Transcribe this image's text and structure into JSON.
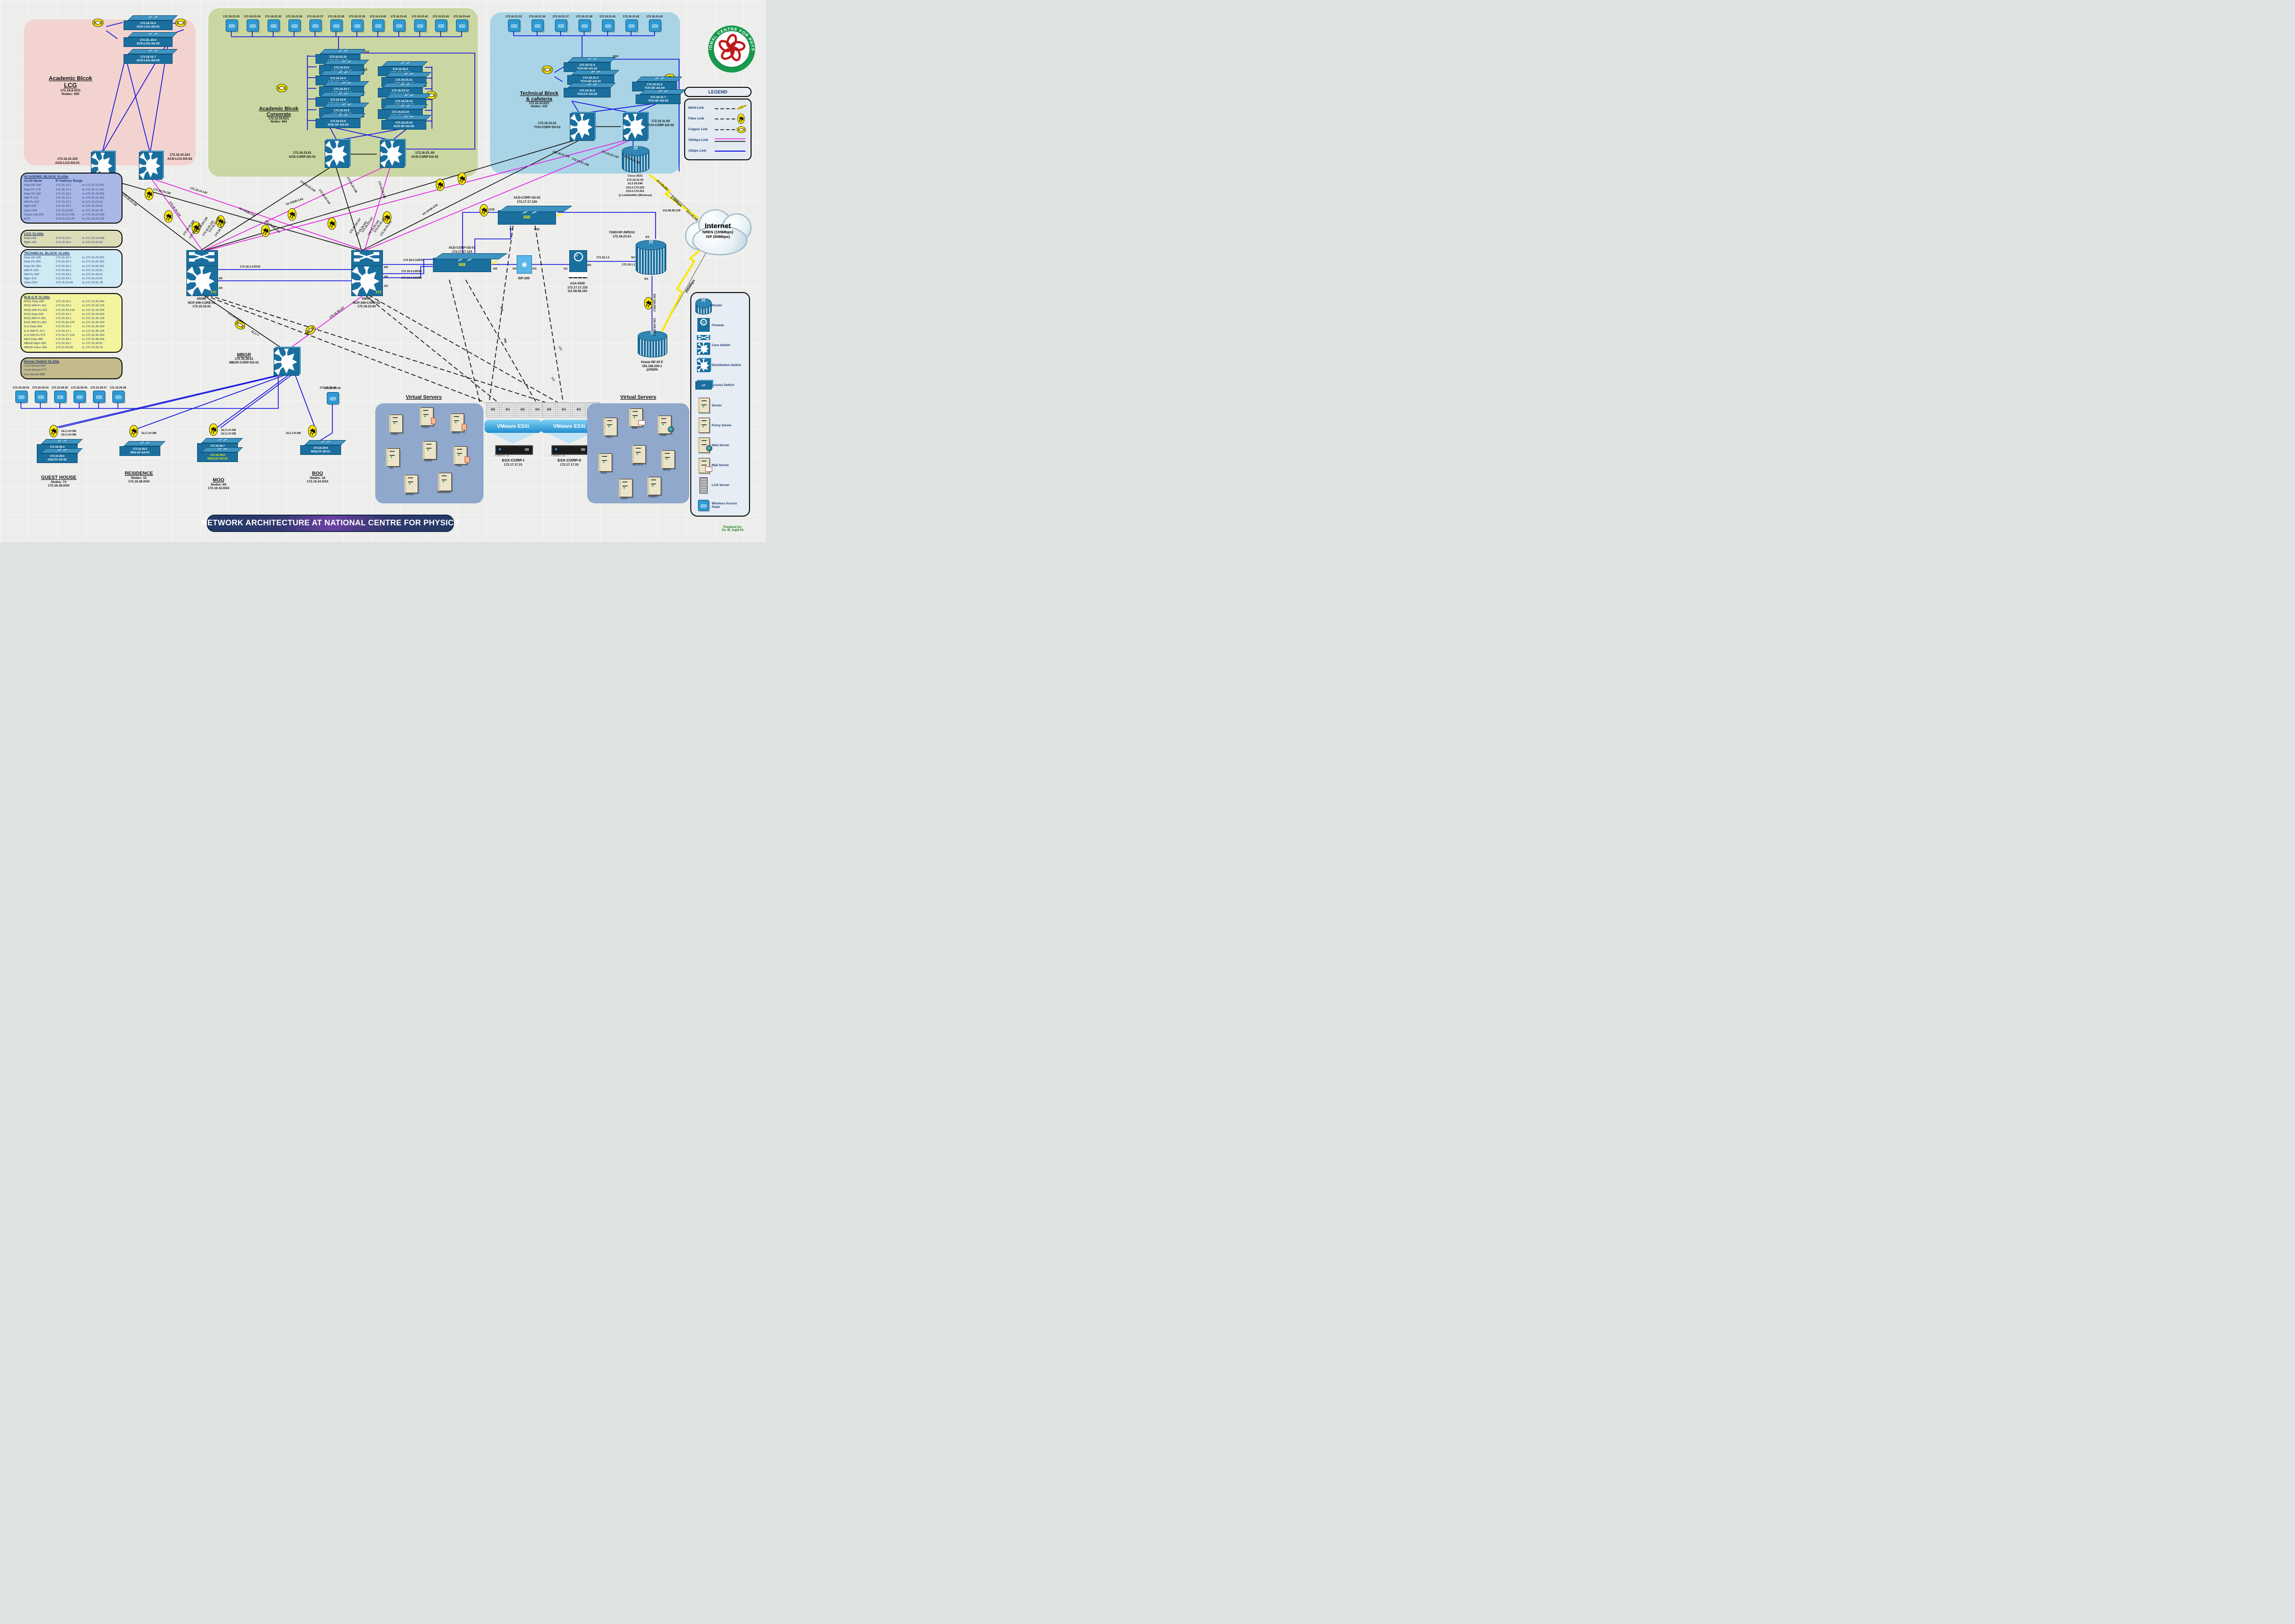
{
  "title_banner": "NETWORK  ARCHITECTURE AT NATIONAL CENTRE FOR PHYSICS",
  "prepared_by": {
    "line1": "Prepared by:",
    "line2": "Ch. M. Sajid Ali"
  },
  "logo": {
    "ring_top": "NATIONAL CENTRE FOR PHYSICS",
    "ring_bottom": "★ ★ ISLAMABAD ★ ★"
  },
  "legend": {
    "title": "LEGEND",
    "items": [
      {
        "label": "WAN-Link",
        "type": "wan"
      },
      {
        "label": "Fiber Link",
        "type": "fiber"
      },
      {
        "label": "Copper Link",
        "type": "copper"
      },
      {
        "label": "10Gbps Link",
        "type": "tengig"
      },
      {
        "label": "1Gbps Link",
        "type": "onegig"
      }
    ]
  },
  "icon_legend": [
    {
      "label": "Router",
      "type": "router"
    },
    {
      "label": "Firewall",
      "type": "firewall"
    },
    {
      "label": "Core Switch",
      "type": "core"
    },
    {
      "label": "Distribution Switch",
      "type": "dist"
    },
    {
      "label": "Access Switch",
      "type": "access"
    },
    {
      "label": "Server",
      "type": "server"
    },
    {
      "label": "Proxy Server",
      "type": "proxy"
    },
    {
      "label": "Web Server",
      "type": "web"
    },
    {
      "label": "Mail Server",
      "type": "mail"
    },
    {
      "label": "LCG Server",
      "type": "lcg"
    },
    {
      "label": "Wireless Access Point",
      "type": "wap"
    }
  ],
  "vlan_tables": {
    "academic": {
      "title": "ACADEMIC BLOCK VLANs",
      "header": [
        "VLAN Name",
        "IP Address Range"
      ],
      "rows": [
        [
          "Data GF-160",
          "172.16.16.1",
          "to 172.16.16.251"
        ],
        [
          "Data FF-170",
          "172.16.17.1",
          "to 172.16.17.251"
        ],
        [
          "Data SF-180",
          "172.16.18.1",
          "to 172.16.18.251"
        ],
        [
          "Wifi Pr-211",
          "172.16.21.1",
          "to 172.16.21.251"
        ],
        [
          "Wifi Pu-222",
          "172.16.22.1",
          "to 172.16.22.61"
        ],
        [
          "Mgm-233",
          "172.16.23.1",
          "to 172.16.23.61"
        ],
        [
          "Voice-234",
          "172.16.23.65",
          "to 172.16.23.78"
        ],
        [
          "Comp Lab-225",
          "172.16.22.193",
          "to 172.16.22.254"
        ],
        [
          "ACS",
          "172.16.23.176",
          "to 172.16.23.192"
        ]
      ]
    },
    "lcg": {
      "title": "LCG VLANs",
      "rows": [
        [
          "Data-140",
          "172.16.14.1",
          "to 172.16.14.254"
        ],
        [
          "Mgm-153",
          "172.16.15.1",
          "to 172.16.15.62"
        ]
      ]
    },
    "technical": {
      "title": "TECHNICAL BLOCK VLANs",
      "rows": [
        [
          "Data GF-240",
          "172.16.24.1",
          "to 172.16.24.251"
        ],
        [
          "Data FF-250",
          "172.16.25.1",
          "to 172.16.25.251"
        ],
        [
          "Data SF-260",
          "172.16.26.1",
          "to 172.16.26.251"
        ],
        [
          "Wifi Pr-291",
          "172.16.29.1",
          "to 172.16.29.61"
        ],
        [
          "Wifi Pu-302",
          "172.16.30.1",
          "to 172.16.30.61"
        ],
        [
          "Mgm-313",
          "172.16.23.1",
          "to 172.16.23.61"
        ],
        [
          "Voice-314",
          "172.16.31.65",
          "to 172.16.31.78"
        ]
      ]
    },
    "mbgr": {
      "title": "M.B.G.R VLANs",
      "rows": [
        [
          "MOQ Data-320",
          "172.16.32.1",
          "to 172.16.32.254"
        ],
        [
          "MOQ Wifi Pr-331",
          "172.16.33.1",
          "to 172.16.32.126"
        ],
        [
          "MOQ Wifi Pu-332",
          "172.16.33.129",
          "to 172.16.33.254"
        ],
        [
          "BOQ Data-340",
          "172.16.34.1",
          "to 172.16.34.254"
        ],
        [
          "BOQ Wifi Pr-351",
          "172.16.35.1",
          "to 172.16.35.126"
        ],
        [
          "BOQ Wifi Pu-352",
          "172.16.35.129",
          "to 172.16.35.254"
        ],
        [
          "G.H Data-360",
          "172.16.36.1",
          "to 172.16.36.254"
        ],
        [
          "G.H Wifi Pr-371",
          "172.16.37.1",
          "to 172.16.36.126"
        ],
        [
          "G.H Wifi Pu-372",
          "172.16.37.129",
          "to 172.16.36.254"
        ],
        [
          "RES Data-380",
          "172.16.38.1",
          "to 172.16.38.254"
        ],
        [
          "MBGR Mgm-393",
          "172.16.39.1",
          "to 172.16.39.61"
        ],
        [
          "MBGR Voice-394",
          "172.16.39.65",
          "to 172.16.39.78"
        ]
      ]
    },
    "server_switch": {
      "title": "Server Switch VLANs",
      "rows": [
        [
          "LCG Server-666",
          "",
          ""
        ],
        [
          "Local Server-777",
          "",
          ""
        ],
        [
          "Live Server-888",
          "",
          ""
        ]
      ]
    }
  },
  "lcg_block": {
    "title1": "Academic Blcok",
    "title2": "LCG",
    "subnet": "172.16.8.0/21",
    "nodes": "Nodes: 500",
    "access_switches": [
      {
        "ip": "172.16.15.5",
        "name": "ACD-LCG-AS-01"
      },
      {
        "ip": "172.16..15.6",
        "name": "ACD-LCG-AS-02"
      },
      {
        "ip": "172.16.15.7",
        "name": "ACD-LCG-AS-03"
      }
    ],
    "ds": [
      {
        "ip": "172.16.15.125",
        "name": "ACD-LCG-DS-01"
      },
      {
        "ip": "172.16.15.124",
        "name": "ACD-LCG-DS-02"
      }
    ]
  },
  "corporate_block": {
    "title1": "Academic Blcok",
    "title2": "Corporate",
    "subnet": "172.16.16.0/21",
    "nodes": "Nodes: 604",
    "aps": [
      "172.16.23.33",
      "172.16.23.34",
      "172.16.23.35",
      "172.16.23.36",
      "172.16.23.37",
      "172.16.23.38",
      "172.16.23.39",
      "172.16.23.40",
      "172.16.23.41",
      "172.16.23.42",
      "172.16.23.43",
      "172.16.23.44"
    ],
    "stack_left": [
      {
        "ip": "172.16.23.10",
        "name": "ACD-FF-AS-04"
      },
      {
        "ip": "172.16.23.5",
        "name": "ACD-GF-AS-03"
      },
      {
        "ip": "172.16.23.4",
        "name": "ACD-GF-AS-02"
      },
      {
        "ip": "172.16.23.7",
        "name": "ACD-FF-AS-01"
      },
      {
        "ip": "172.16.23.8",
        "name": "ACD-FF-AS-02"
      },
      {
        "ip": "172.16.23.9",
        "name": "ACD-FF-AS-03"
      },
      {
        "ip": "172.16.23.6",
        "name": "ACD-GF-AS-04"
      }
    ],
    "stack_right": [
      {
        "ip": "172.16.23.3",
        "name": "ACD-GF-AS-01"
      },
      {
        "ip": "172.16.23.11",
        "name": "ACD-SF-AS-01"
      },
      {
        "ip": "172.16.23.12",
        "name": "ACD-SF-AS-02"
      },
      {
        "ip": "172.16.23.13",
        "name": "ACD-SF-AS-03"
      },
      {
        "ip": "172.16.23.14",
        "name": "ACD-SF-AS-04"
      },
      {
        "ip": "172.16.23.15",
        "name": "ACD-SF-AS-05"
      }
    ],
    "ds": [
      {
        "ip": "172.16.23.61",
        "name": "ACD-CORP-DS-01"
      },
      {
        "ip": "172.16.23..60",
        "name": "ACD-CORP-DS-02"
      }
    ]
  },
  "technical_block": {
    "title1": "Technical Block",
    "title2": "& cafeteria",
    "subnet": "172.16.24.0/21",
    "nodes": "Nodes: 230",
    "aps": [
      "172.16.31.33",
      "172.16.31.34",
      "172.16.31.37",
      "172.16.31.38",
      "172.16.31.41",
      "172.16.31.42",
      "172.16.31.43"
    ],
    "stack_left": [
      {
        "ip": "172.16.31.4",
        "name": "TCH-SF-AS-02"
      },
      {
        "ip": "172.16.31.3",
        "name": "TCH-GF-AS-01"
      },
      {
        "ip": "172.16.31.5",
        "name": "TCH-FF-AS-03"
      }
    ],
    "stack_right": [
      {
        "ip": "172.16.31.6",
        "name": "TCH-SF-AS-04"
      },
      {
        "ip": "172.16.31.7",
        "name": "TCH-SF-AS-05"
      }
    ],
    "ds": [
      {
        "ip": "172.16.31.61",
        "name": "TCH-CORP-DS-01"
      },
      {
        "ip": "172.16.31.60",
        "name": "TCH-CORP-DS-02"
      }
    ]
  },
  "core": {
    "sw1": {
      "model": "6509E",
      "name": "NCP-SW-CORE-01",
      "ip": "172.16.23.61",
      "vlan": "777"
    },
    "sw2": {
      "model": "6509E",
      "name": "NCP-SW-CORE-02",
      "ip": "172.16.23.60",
      "vlan": "777"
    }
  },
  "server_farm": {
    "ss02": {
      "name": "ACD-CORP-SS-02",
      "ip": "172.17.17.126",
      "vlan": "666"
    },
    "ss01": {
      "name": "ACD-CORP-SS-01",
      "ip": "172.17.17.124",
      "vlan": "888"
    },
    "idp": {
      "name": "IDP-200"
    },
    "asa": {
      "name": "ASA-5540",
      "ip1": "172.17.17.125",
      "ip2": "111.68.96.161"
    },
    "r7206": {
      "name": "7206VXR /NPEG2",
      "ip": "172.16.23.53"
    },
    "huwai": {
      "line1": "Huwai NE-20 E",
      "line2": "192.168.200.1",
      "line3": "@PERN"
    },
    "c2621": [
      "Cisco 2621",
      "172.16.31.53",
      "10.2.24.246",
      "210.2.172.222",
      "210.2.172.201",
      "@ LinkDotNet (Wireless)"
    ],
    "internet": {
      "line1": "Internet",
      "line2": "NREN (155Mbps)",
      "line3": "ISP (50Mbps)"
    }
  },
  "esx": {
    "ports": [
      "0/0",
      "0/1",
      "0/2",
      "0/4"
    ],
    "banner": "VMware ESXi",
    "credit": "© VMware, Inc.",
    "host1": {
      "name": "ESX-CORP-I",
      "ip": "172.17.17.31"
    },
    "host2": {
      "name": "ESX-CORP-II",
      "ip": "172.17.17.33"
    }
  },
  "virtual_servers": {
    "title": "Virtual Servers",
    "left": [
      "DNS",
      "Squid",
      "ISA-II",
      "SE",
      "WMS",
      "ISA",
      "DHCP",
      "Solarwind"
    ],
    "right": [
      "NIS",
      "Mail",
      "Web",
      "PDC",
      "NCPFS",
      "IMSS",
      "CMS",
      "Nagios"
    ]
  },
  "mbgr": {
    "title": "MBGR",
    "ip": "172.16.39.61",
    "name": "MBGR-CORP-DS-01",
    "aps": [
      "172.16.39.33",
      "172.16.39.34",
      "172.16.39.35",
      "172.16.39.36",
      "172.16.39.37",
      "172.16.39.38"
    ],
    "ap_extra": "172.16.39.40",
    "sites": [
      {
        "title": "GUEST HOUSE",
        "nodes": "Nodes: 74",
        "subnet": "172.16.36.0/24",
        "glc": [
          "GLC-LH-SM",
          "GLC-LH-SM"
        ],
        "switches": [
          {
            "ip": "172.16.39.4",
            "name": "GHS-FF-AS-01"
          },
          {
            "ip": "172.16.39.5",
            "name": "GHS-FF-AS-02"
          }
        ]
      },
      {
        "title": "RESIDENCE",
        "nodes": "Nodes: 32",
        "subnet": "172.16.38.0/24",
        "glc": [
          "GLC-LH-SM"
        ],
        "switches": [
          {
            "ip": "172.16.39.3",
            "name": "RES-GF-AS-01"
          }
        ]
      },
      {
        "title": "MOQ",
        "nodes": "Nodes: 60",
        "subnet": "172.16.32.0/24",
        "glc": [
          "GLC-LH-SM",
          "GLC-LH-SM"
        ],
        "switches": [
          {
            "ip": "172.16.39.7",
            "name": "MOQ-GF-AS-01"
          },
          {
            "ip": "172.16.39.8",
            "name": "MOQ-GF-AS-02",
            "hl": true
          }
        ]
      },
      {
        "title": "BOQ",
        "nodes": "Nodes: 18",
        "subnet": "172.16.34.0/24",
        "glc": [
          "GLC-LH-SM"
        ],
        "switches": [
          {
            "ip": "172.16.39.6",
            "name": "BOQ-FF-AS-01"
          }
        ]
      }
    ]
  },
  "link_labels": [
    "172.16.15.130",
    "172.16.15.138",
    "172.16.15.134",
    "172.16.15.142",
    "172.16.23.130",
    "172.16.23.134",
    "172.16.23.138",
    "172.16.23.142",
    "172.16.31.130",
    "172.16.31.138",
    "172.16.31.134",
    "172.16.31.142",
    "172.16.15.129",
    "172.16.15.133",
    "172.16.23.129",
    "172.16.23.133",
    "172.16.31.129",
    "172.16.31.133",
    "172.16.15.137",
    "172.16.15.141",
    "172.16.23.137",
    "172.16.23.141",
    "172.16.31.137",
    "172.16.31.141",
    "X2-10GB-CX4",
    "X2-10GB-CX4",
    "X2-10GB-CX4",
    "X2-10GB-CX4",
    "172.16.0.133/30",
    "2/6",
    "2/5",
    "2/6",
    "2/5",
    "2/8",
    "172.16.0.129/30",
    "172.16.0.130/30",
    "172.16.0.134/30",
    "172.16.39.129",
    "GLC-T",
    "172.16.39.137",
    "GLC-T",
    "0/16",
    "0/5",
    "0/28",
    "0/5",
    "0/2",
    "0/3",
    "0/1",
    "0/0",
    "172.19.1.2",
    "172.19.1.1",
    "0/2",
    "0/3",
    "111.68.99.129",
    "0/1",
    "192.168.200.2",
    "192.168.200.1",
    "205Mbps",
    "10.2.26.237",
    "2.5Mbps",
    "10.2.26.238",
    "666",
    "888",
    "777",
    "777",
    "0/13",
    "0/2",
    "0/24",
    "172.16.39.40"
  ]
}
